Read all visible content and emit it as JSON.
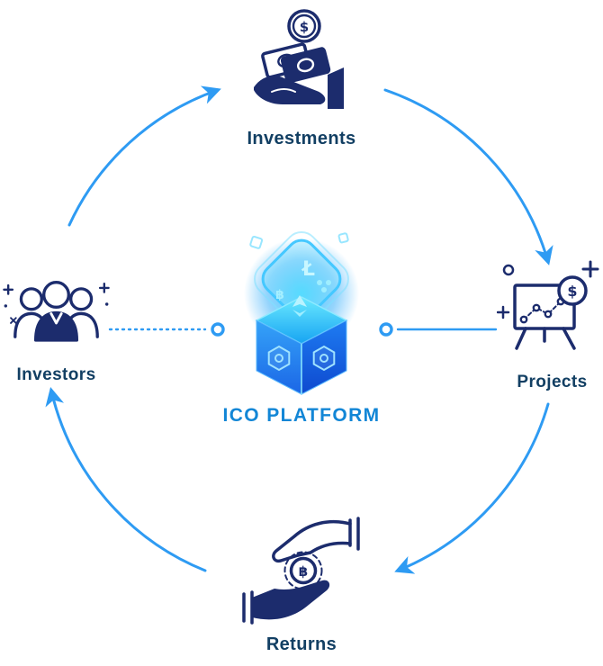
{
  "labels": {
    "investments": "Investments",
    "projects": "Projects",
    "returns": "Returns",
    "investors": "Investors",
    "center": "ICO PLATFORM"
  },
  "glyphs": {
    "dollar": "$",
    "bitcoin": "฿",
    "litecoin": "Ł"
  },
  "icons": {
    "investments": "hand-receiving-money-icon",
    "projects": "presentation-board-dollar-icon",
    "returns": "handshake-bitcoin-icon",
    "investors": "people-group-icon",
    "center": "crypto-cube-icon"
  },
  "colors": {
    "arrow": "#2e9bf3",
    "icon_line": "#1c2c6d",
    "label": "#123f63",
    "center_label": "#1286d6",
    "cube_glow": "#42d7ff"
  }
}
